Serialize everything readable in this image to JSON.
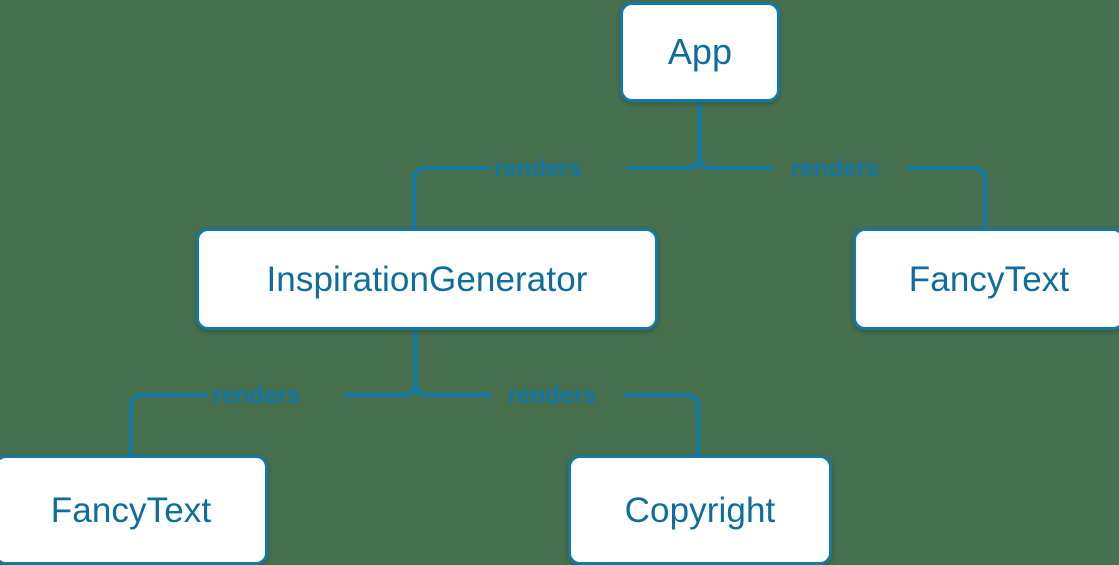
{
  "diagram": {
    "type": "component-tree",
    "background_color": "#47704e",
    "node_fill_color": "#ffffff",
    "node_border_color": "#1279a8",
    "node_text_color": "#0d6e9e",
    "edge_color": "#1279a8",
    "edge_label_color": "#1376a8",
    "nodes": [
      {
        "id": "app",
        "label": "App"
      },
      {
        "id": "inspiration_generator",
        "label": "InspirationGenerator"
      },
      {
        "id": "fancytext_right",
        "label": "FancyText"
      },
      {
        "id": "fancytext_bottom",
        "label": "FancyText"
      },
      {
        "id": "copyright",
        "label": "Copyright"
      }
    ],
    "edges": [
      {
        "from": "app",
        "to": "inspiration_generator",
        "label": "renders"
      },
      {
        "from": "app",
        "to": "fancytext_right",
        "label": "renders"
      },
      {
        "from": "inspiration_generator",
        "to": "fancytext_bottom",
        "label": "renders"
      },
      {
        "from": "inspiration_generator",
        "to": "copyright",
        "label": "renders"
      }
    ]
  }
}
